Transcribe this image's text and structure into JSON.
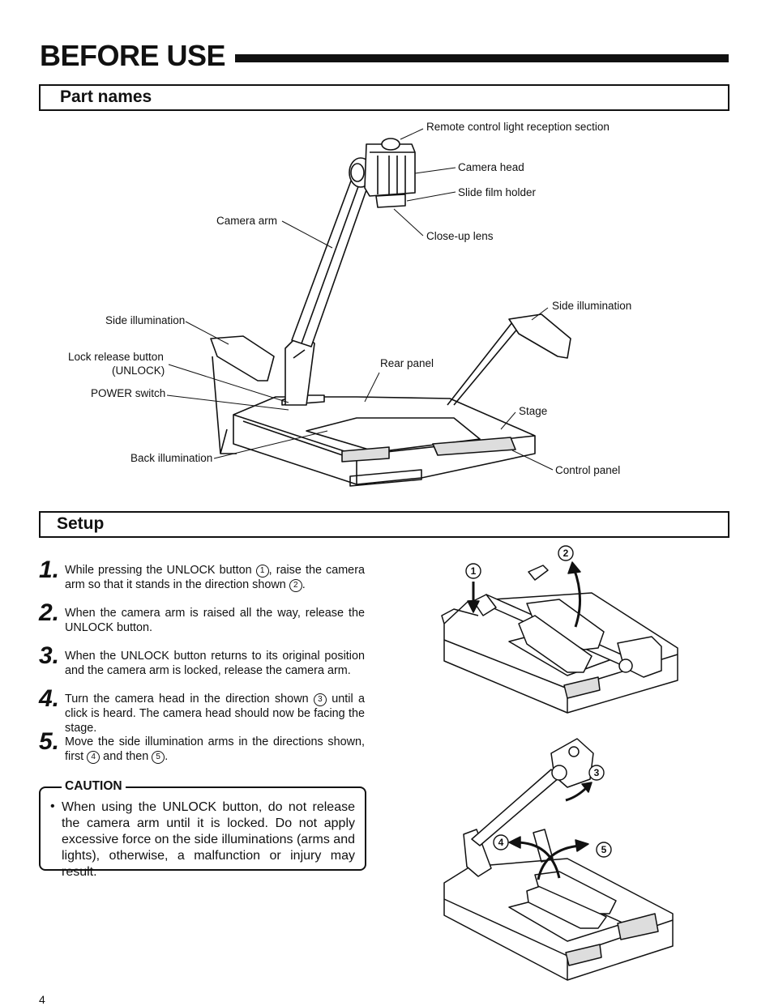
{
  "page": {
    "title": "BEFORE USE",
    "page_number": "4"
  },
  "part_names": {
    "heading": "Part names",
    "labels": {
      "remote": "Remote control light reception section",
      "camera_head": "Camera head",
      "slide_film": "Slide film holder",
      "closeup": "Close-up lens",
      "camera_arm": "Camera arm",
      "side_illum_left": "Side illumination",
      "side_illum_right": "Side illumination",
      "lock_release": "Lock release button",
      "unlock": "(UNLOCK)",
      "power": "POWER switch",
      "rear_panel": "Rear panel",
      "stage": "Stage",
      "back_illum": "Back illumination",
      "control_panel": "Control panel"
    }
  },
  "setup": {
    "heading": "Setup",
    "steps": [
      {
        "num": "1.",
        "parts": [
          "While pressing the UNLOCK  button ",
          "1",
          ", raise the camera arm so that it stands in the direction shown ",
          "2",
          "."
        ]
      },
      {
        "num": "2.",
        "parts": [
          "When the camera arm is raised all the way, release the UNLOCK button."
        ]
      },
      {
        "num": "3.",
        "parts": [
          "When the UNLOCK button returns to its original position and the camera arm is locked, release the camera arm."
        ]
      },
      {
        "num": "4.",
        "parts": [
          "Turn the camera head in the direction shown ",
          "3",
          " until a click is heard. The camera head should now be facing the stage."
        ]
      },
      {
        "num": "5.",
        "parts": [
          "Move the side illumination arms in the directions shown, first ",
          "4",
          " and then ",
          "5",
          "."
        ]
      }
    ],
    "caution": {
      "title": "CAUTION",
      "bullet": "•",
      "text": "When using the UNLOCK button, do not release the camera arm until it is locked. Do not apply excessive force on the side illuminations (arms and lights), otherwise, a malfunction or injury may result."
    },
    "callouts": {
      "c1": "1",
      "c2": "2",
      "c3": "3",
      "c4": "4",
      "c5": "5"
    }
  }
}
